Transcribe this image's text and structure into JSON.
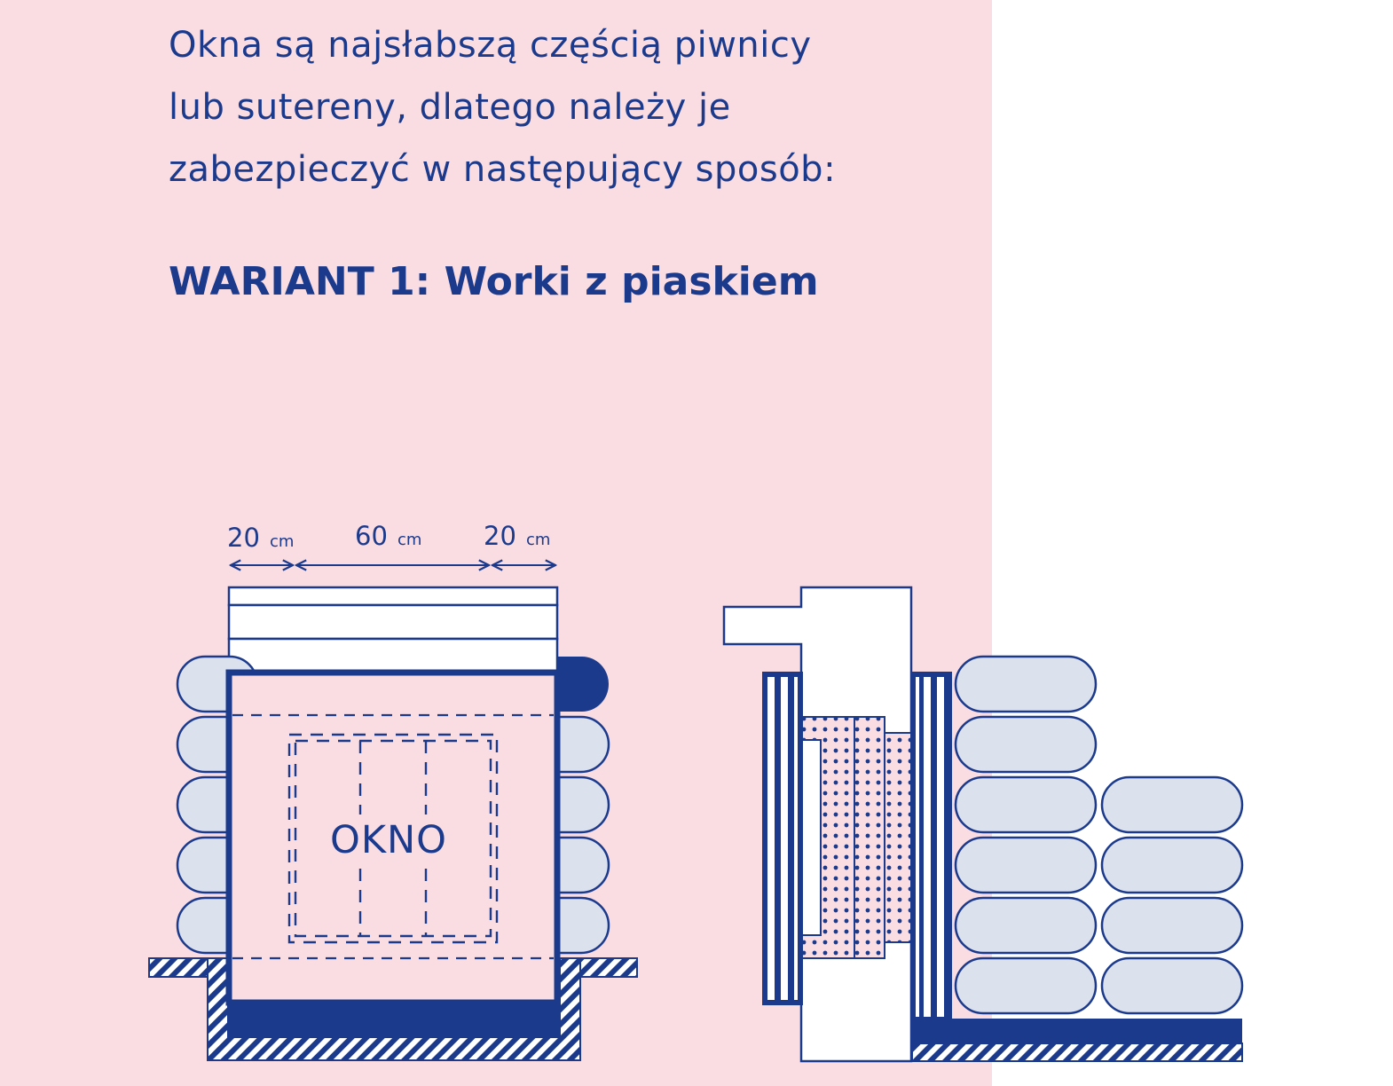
{
  "intro": {
    "lines": [
      "Okna są najsłabszą częścią piwnicy",
      "lub sutereny, dlatego należy je",
      "zabezpieczyć w następujący sposób:"
    ]
  },
  "variant_title": "WARIANT 1: Worki z piaskiem",
  "diagram": {
    "dimensions": [
      {
        "value": "20",
        "unit": "cm"
      },
      {
        "value": "60",
        "unit": "cm"
      },
      {
        "value": "20",
        "unit": "cm"
      }
    ],
    "window_label": "OKNO"
  },
  "colors": {
    "navy": "#1c3a8c",
    "pink_background": "#f9dde3",
    "sandbag_fill": "#dce1ee",
    "white": "#ffffff"
  }
}
